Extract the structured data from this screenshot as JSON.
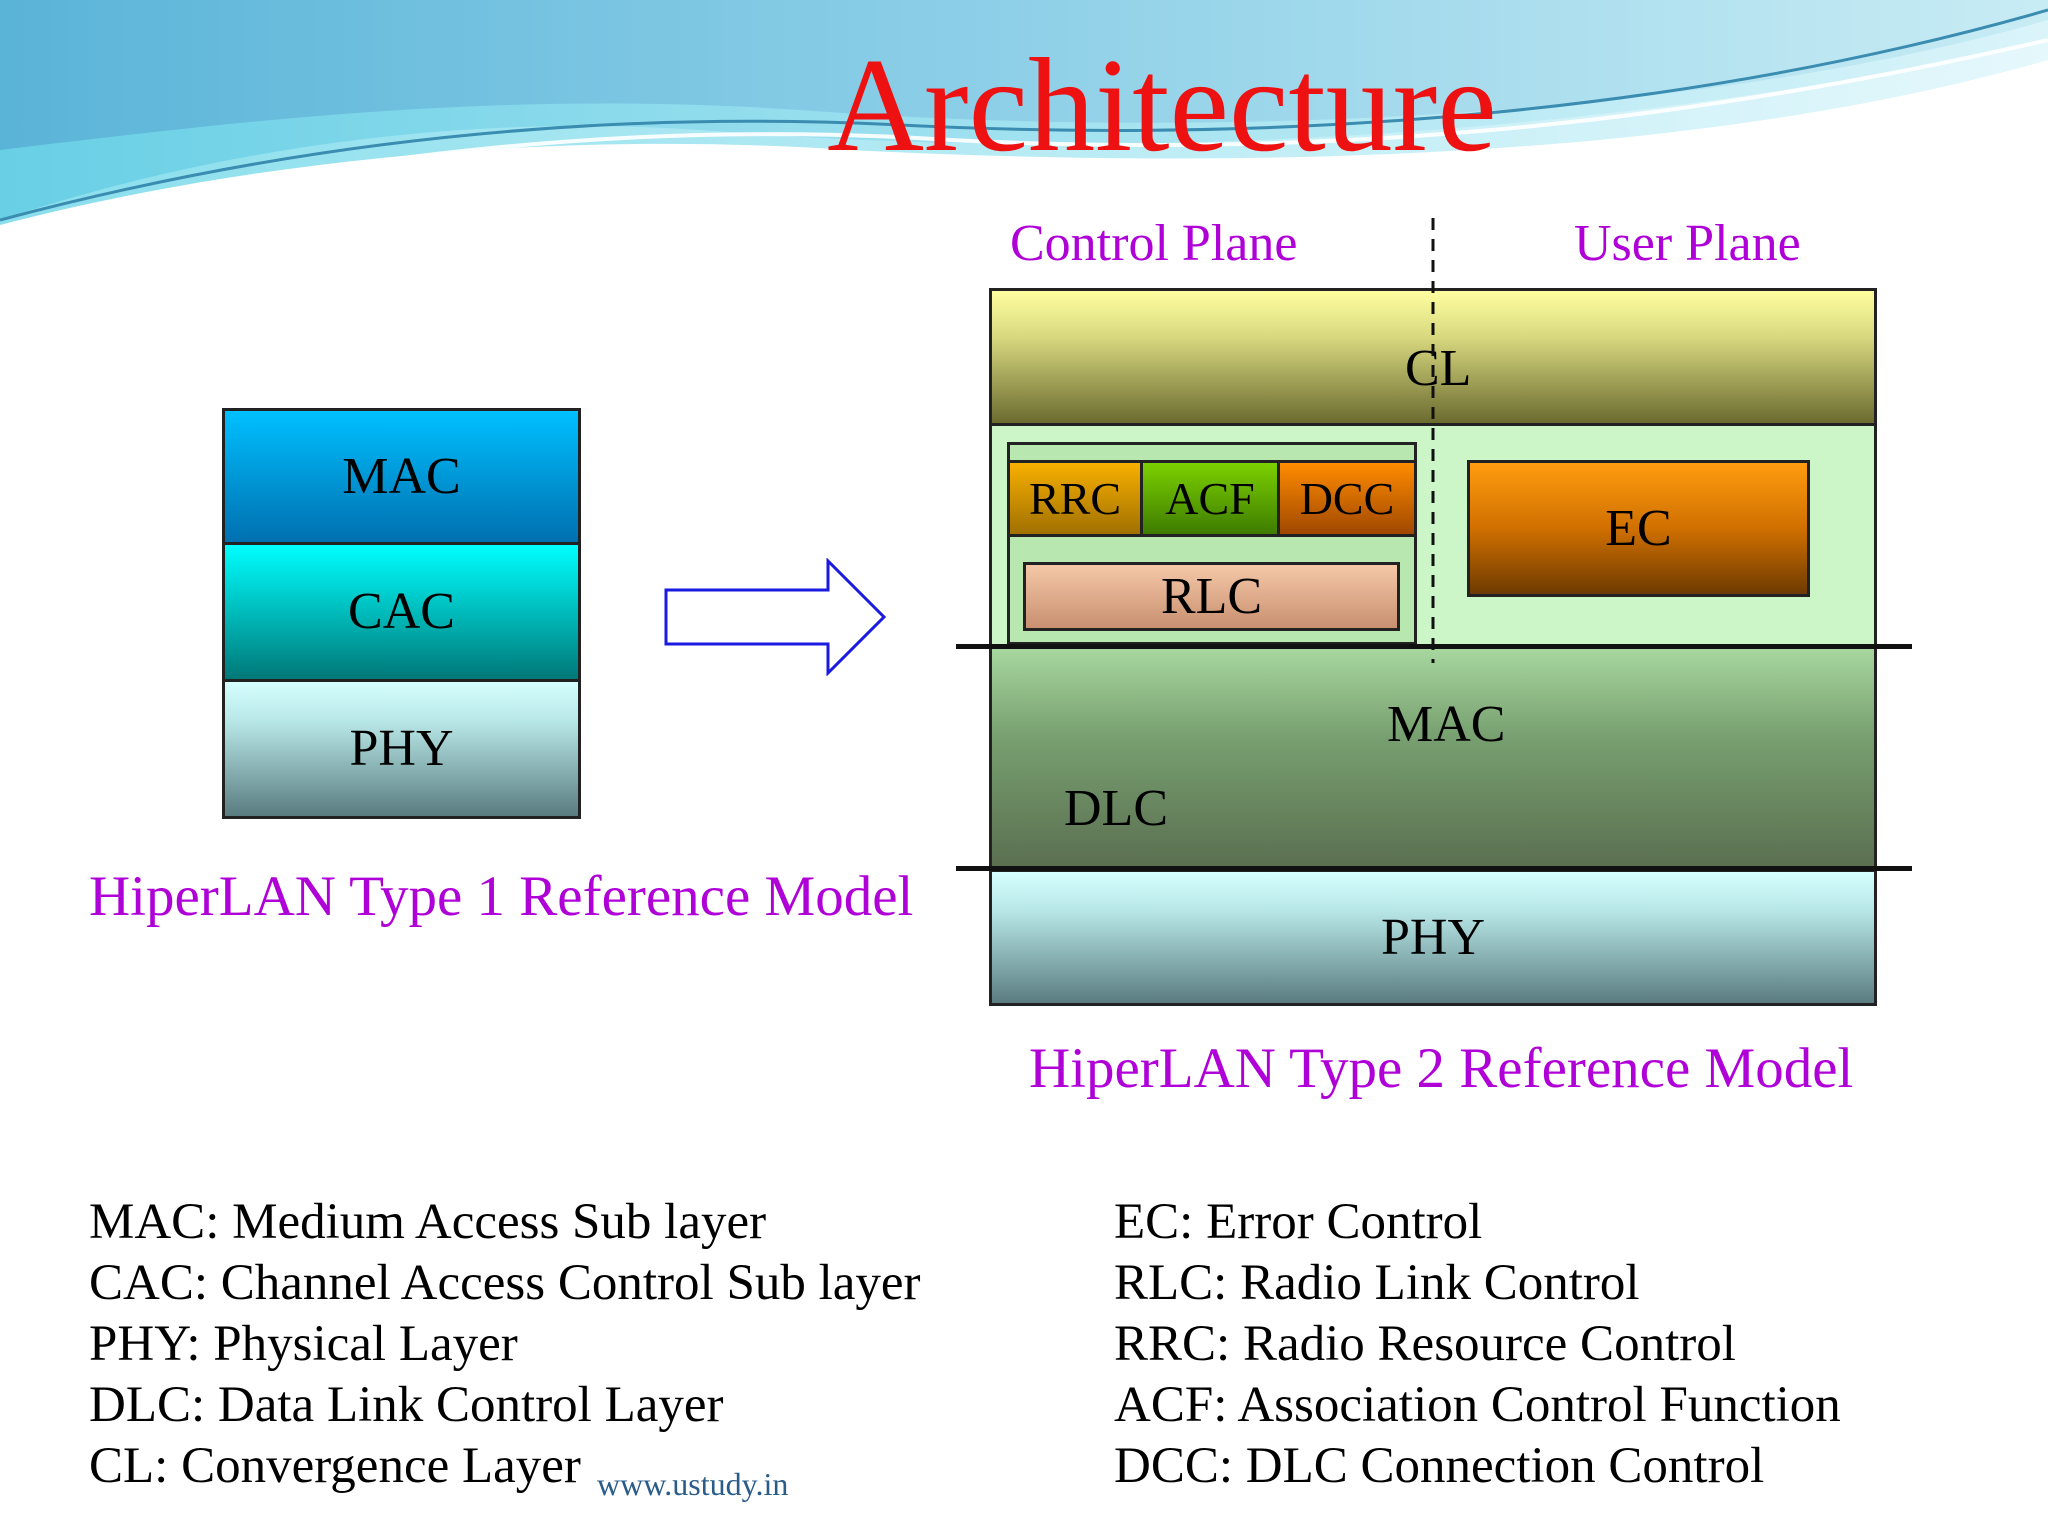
{
  "title": "Architecture",
  "planes": {
    "control": "Control Plane",
    "user": "User Plane"
  },
  "type1": {
    "layers": [
      "MAC",
      "CAC",
      "PHY"
    ],
    "caption": "HiperLAN Type 1 Reference Model"
  },
  "type2": {
    "cl": "CL",
    "control_blocks": [
      "RRC",
      "ACF",
      "DCC"
    ],
    "rlc": "RLC",
    "ec": "EC",
    "mac": "MAC",
    "dlc": "DLC",
    "phy": "PHY",
    "caption": "HiperLAN Type 2 Reference Model"
  },
  "legend_left": [
    "MAC: Medium Access Sub layer",
    "CAC: Channel Access Control Sub layer",
    "PHY: Physical Layer",
    "DLC: Data Link Control Layer",
    "CL: Convergence Layer"
  ],
  "legend_right": [
    "EC: Error Control",
    "RLC: Radio Link Control",
    "RRC: Radio Resource Control",
    "ACF: Association Control Function",
    "DCC: DLC Connection Control"
  ],
  "watermark": "www.ustudy.in",
  "colors": {
    "title": "#ee1111",
    "caption": "#b000d8",
    "arrow": "#1a1ae0"
  }
}
